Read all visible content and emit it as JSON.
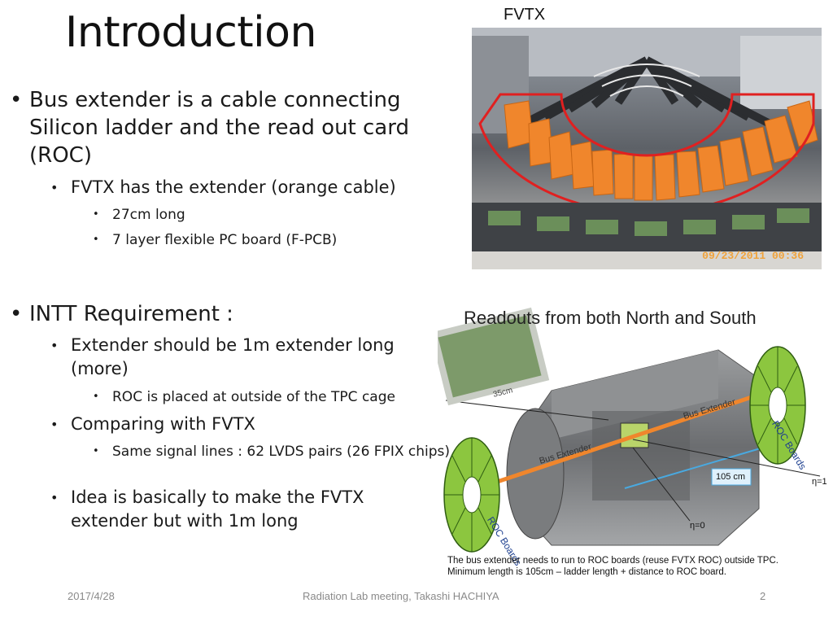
{
  "title": "Introduction",
  "bullets": {
    "b1": "Bus extender is a cable connecting Silicon ladder and the read out card (ROC)",
    "b1_1": "FVTX has the extender (orange cable)",
    "b1_1_1": "27cm long",
    "b1_1_2": "7 layer flexible PC board (F-PCB)",
    "b2": "INTT Requirement :",
    "b2_1": "Extender should be 1m extender long (more)",
    "b2_1_1": "ROC is placed at outside of the TPC cage",
    "b2_2": "Comparing with FVTX",
    "b2_2_1": "Same signal lines : 62 LVDS pairs (26 FPIX chips)",
    "b2_3": "Idea is basically to make the FVTX extender but with 1m long"
  },
  "photo": {
    "label": "FVTX",
    "date_stamp": "09/23/2011 00:36"
  },
  "diagram": {
    "title": "Readouts from both North and South",
    "dim_35cm": "35cm",
    "bus_extender_1": "Bus Extender",
    "bus_extender_2": "Bus Extender",
    "rog_boards_1": "ROC Boards",
    "rog_boards_2": "ROC Boards",
    "length_105cm": "105 cm",
    "eta_0": "η=0",
    "eta_1": "η=1",
    "caption_line1": "The bus extender needs to run to ROC boards (reuse FVTX ROC) outside TPC.",
    "caption_line2": "Minimum length is 105cm – ladder length + distance to ROC board."
  },
  "footer": {
    "date": "2017/4/28",
    "center": "Radiation Lab meeting, Takashi HACHIYA",
    "page": "2"
  },
  "colors": {
    "orange_cable": "#f0862c",
    "red_outline": "#e02020",
    "roc_disk": "#8cc63f",
    "blue_line": "#49a9e0"
  }
}
